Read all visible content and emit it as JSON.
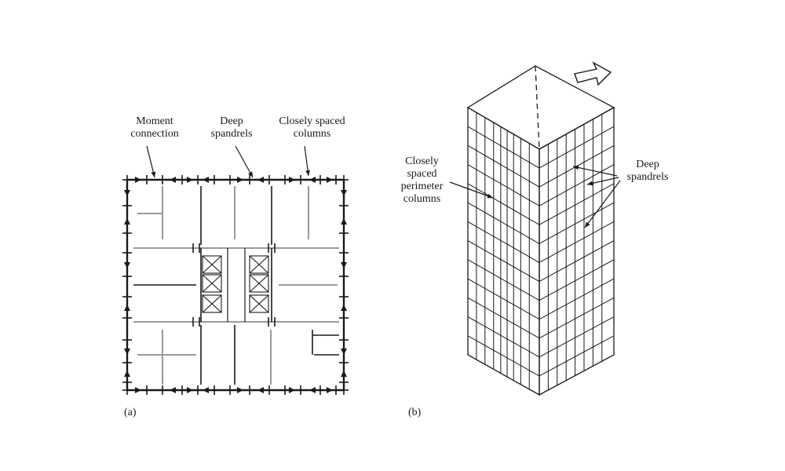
{
  "panel_a": {
    "caption": "(a)",
    "labels": {
      "moment_connection": [
        "Moment",
        "connection"
      ],
      "deep_spandrels": [
        "Deep",
        "spandrels"
      ],
      "closely_spaced_columns": [
        "Closely spaced",
        "columns"
      ]
    }
  },
  "panel_b": {
    "caption": "(b)",
    "labels": {
      "perimeter_columns": [
        "Closely",
        "spaced",
        "perimeter",
        "columns"
      ],
      "deep_spandrels": [
        "Deep",
        "spandrels"
      ]
    }
  },
  "colors": {
    "line": "#1a1a1a",
    "light_line": "#9a9a9a"
  }
}
